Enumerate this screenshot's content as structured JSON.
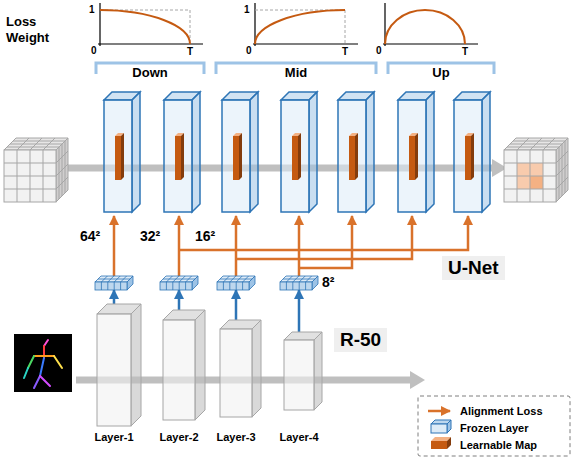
{
  "diagram": {
    "nodes": [
      {
        "text": [
          "64²"
        ]
      },
      {
        "text": [
          "32²"
        ]
      },
      {
        "text": [
          "16²"
        ]
      },
      {
        "text": [
          "8²"
        ]
      },
      {
        "text": [
          "Layer-1"
        ]
      },
      {
        "text": [
          "Layer-2"
        ]
      },
      {
        "text": [
          "Layer-3"
        ]
      },
      {
        "text": [
          "Layer-4"
        ]
      }
    ],
    "edges": [
      {
        "from": 4,
        "to": 0,
        "arrow": "to"
      },
      {
        "from": 5,
        "to": 1,
        "arrow": "to"
      },
      {
        "from": 6,
        "to": 2,
        "arrow": "to"
      },
      {
        "from": 7,
        "to": 3,
        "arrow": "to"
      }
    ],
    "labels": [
      "Loss Weight",
      "1",
      "0",
      "T",
      "1",
      "0",
      "T",
      "0",
      "T",
      "Down",
      "Mid",
      "Up",
      "U-Net",
      "R-50"
    ],
    "legend": [
      {
        "text": "Alignment Loss"
      },
      {
        "text": "Frozen Layer"
      },
      {
        "text": "Learnable Map",
        "color": "#c55a11"
      }
    ]
  }
}
